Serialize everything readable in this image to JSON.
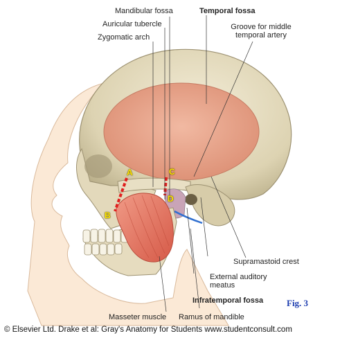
{
  "labels": {
    "mandibular_fossa": "Mandibular fossa",
    "temporal_fossa": "Temporal fossa",
    "auricular_tubercle": "Auricular tubercle",
    "zygomatic_arch": "Zygomatic arch",
    "groove_line1": "Groove for middle",
    "groove_line2": "temporal artery",
    "supramastoid_crest": "Supramastoid crest",
    "external_auditory_line1": "External auditory",
    "external_auditory_line2": "meatus",
    "infratemporal_fossa": "Infratemporal fossa",
    "masseter_muscle": "Masseter muscle",
    "ramus_of_mandible": "Ramus of mandible"
  },
  "points": {
    "a": "A",
    "b": "B",
    "c": "C",
    "d": "D"
  },
  "figure_label": "Fig. 3",
  "copyright": "© Elsevier Ltd. Drake et al: Gray's Anatomy for Students www.studentconsult.com",
  "colors": {
    "bone": "#e7dfc6",
    "bone_shadow": "#b7ad8a",
    "skin": "#fbe9d6",
    "temporal_fossa": "#e9a88f",
    "masseter": "#e4715e",
    "marker": "#e0201f",
    "point_text": "#ffe600",
    "artery": "#2f6fd0"
  }
}
